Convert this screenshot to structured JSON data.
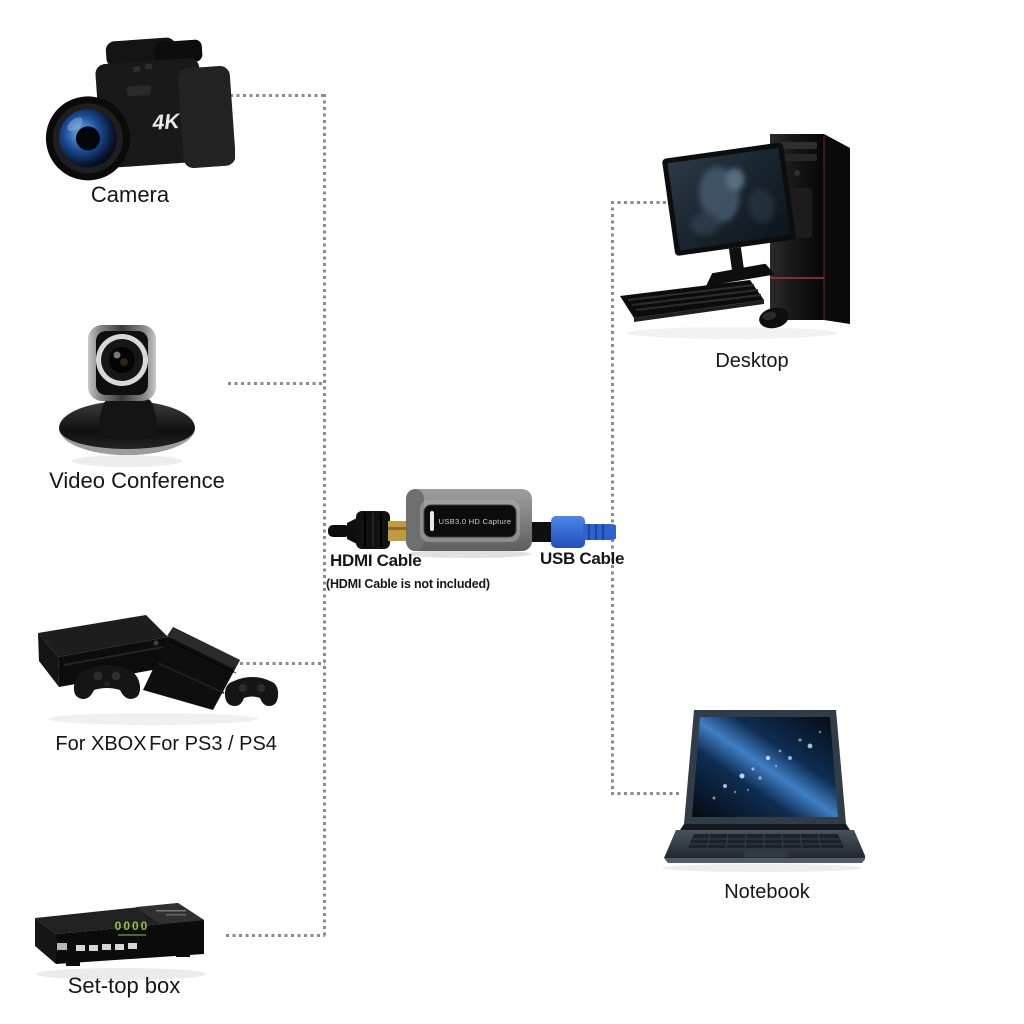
{
  "colors": {
    "background": "#ffffff",
    "dashed_line": "#8b8b8b",
    "label_text": "#161616",
    "usb_cable_blue": "#3567cf",
    "hdmi_tip_gold": "#c19b3f",
    "adapter_body_gray": "#858585",
    "capture_panel_black": "#0c0c0c",
    "set_top_display_green": "#8dc63f",
    "notebook_screen_blue": "#3f7fc4"
  },
  "sources": {
    "camera": {
      "label": "Camera",
      "badge": "4K"
    },
    "video_conference": {
      "label": "Video Conference"
    },
    "consoles": {
      "xbox_label": "For XBOX",
      "ps_label": "For PS3 / PS4"
    },
    "set_top_box": {
      "label": "Set-top box",
      "display": "0000"
    }
  },
  "capture": {
    "device_label": "USB3.0 HD Capture",
    "hdmi_cable_label": "HDMI Cable",
    "hdmi_cable_note": "(HDMI Cable is not included)",
    "usb_cable_label": "USB Cable"
  },
  "outputs": {
    "desktop": {
      "label": "Desktop"
    },
    "notebook": {
      "label": "Notebook"
    }
  }
}
